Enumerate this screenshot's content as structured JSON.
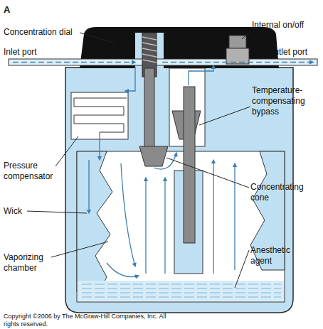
{
  "diagram": {
    "labels": [
      "A",
      "Concentration dial",
      "Internal on/off switch",
      "Inlet port",
      "Outlet port",
      "Temperature-compensating bypass",
      "Pressure compensator",
      "Concentrating cone",
      "Wick",
      "Vaporizing chamber",
      "Anesthetic agent",
      "Copyright ©2006 by The McGraw-Hill Companies, Inc. All rights reserved."
    ]
  }
}
